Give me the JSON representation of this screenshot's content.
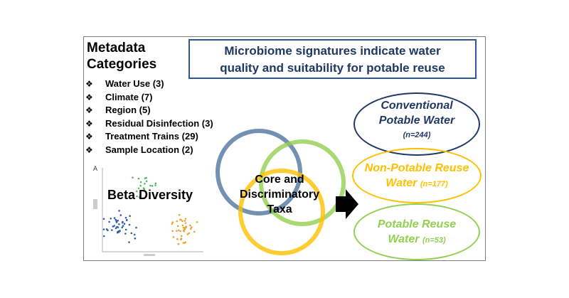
{
  "metadata": {
    "title_line1": "Metadata",
    "title_line2": "Categories",
    "items": [
      "Water Use (3)",
      "Climate (7)",
      "Region (5)",
      "Residual Disinfection (3)",
      "Treatment Trains (29)",
      "Sample Location (2)"
    ]
  },
  "headline": {
    "line1": "Microbiome signatures indicate water",
    "line2": "quality and suitability for potable reuse"
  },
  "venn": {
    "line1": "Core and",
    "line2": "Discriminatory",
    "line3": "Taxa",
    "colors": [
      "#5b7fa6",
      "#92d050",
      "#ffc000"
    ]
  },
  "beta": {
    "label": "Beta Diversity",
    "panel_letter": "A",
    "series_colors": [
      "#2e5fa8",
      "#5cb85c",
      "#f0a030"
    ]
  },
  "outcomes": [
    {
      "line1": "Conventional",
      "line2": "Potable Water",
      "n": "(n=244)",
      "color": "#1f3864"
    },
    {
      "line1": "Non-Potable Reuse",
      "line2": "Water",
      "n": "(n=177)",
      "color": "#ffc000"
    },
    {
      "line1": "Potable Reuse",
      "line2": "Water",
      "n": "(n=53)",
      "color": "#92d050"
    }
  ]
}
